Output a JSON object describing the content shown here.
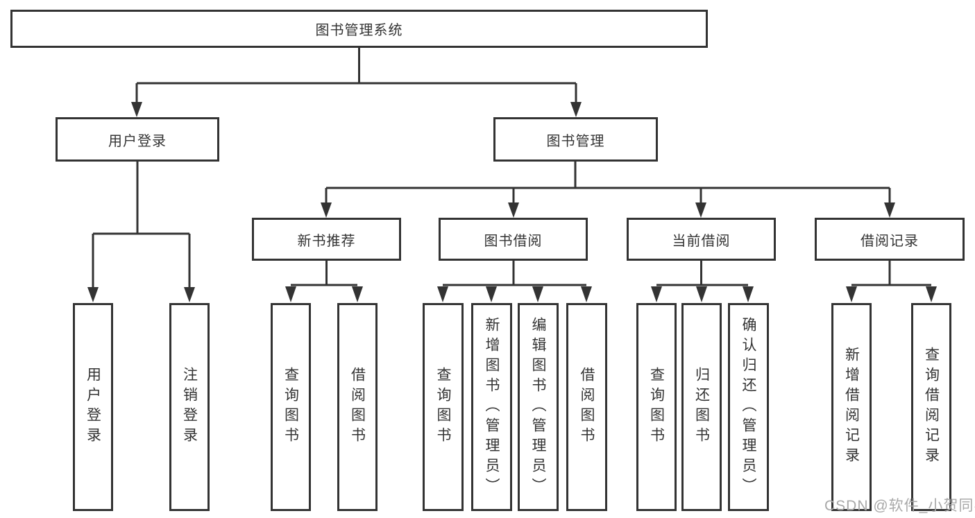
{
  "tree": {
    "root": {
      "label": "图书管理系统",
      "children": [
        {
          "label": "用户登录",
          "children": [
            {
              "label": "用户登录"
            },
            {
              "label": "注销登录"
            }
          ]
        },
        {
          "label": "图书管理",
          "children": [
            {
              "label": "新书推荐",
              "children": [
                {
                  "label": "查询图书"
                },
                {
                  "label": "借阅图书"
                }
              ]
            },
            {
              "label": "图书借阅",
              "children": [
                {
                  "label": "查询图书"
                },
                {
                  "label": "新增图书（管理员）"
                },
                {
                  "label": "编辑图书（管理员）"
                },
                {
                  "label": "借阅图书"
                }
              ]
            },
            {
              "label": "当前借阅",
              "children": [
                {
                  "label": "查询图书"
                },
                {
                  "label": "归还图书"
                },
                {
                  "label": "确认归还（管理员）"
                }
              ]
            },
            {
              "label": "借阅记录",
              "children": [
                {
                  "label": "新增借阅记录"
                },
                {
                  "label": "查询借阅记录"
                }
              ]
            }
          ]
        }
      ]
    }
  },
  "watermark": {
    "text": "CSDN @软件_小贺同学"
  },
  "colors": {
    "line": "#333333",
    "text": "#333333",
    "box_background": "#ffffff",
    "watermark": "#a8a8a8"
  }
}
